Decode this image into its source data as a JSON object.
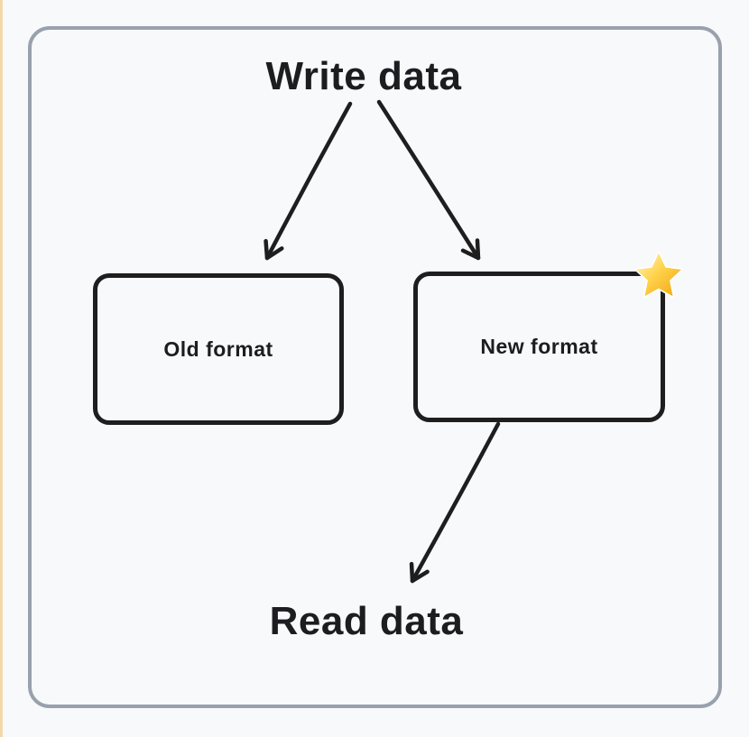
{
  "canvas": {
    "background_color": "#f8f9fb",
    "frame_border_color": "#99a1ad",
    "left_strip_color": "#f3d8ab",
    "stroke_color": "#1e1e1e",
    "text_color": "#1c1c21",
    "star_fill_top": "#fff3bd",
    "star_fill_bottom": "#f2a40e"
  },
  "diagram": {
    "title": "Write data",
    "bottom_label": "Read data",
    "nodes": [
      {
        "id": "old-format",
        "label": "Old format"
      },
      {
        "id": "new-format",
        "label": "New format",
        "badge_icon": "star-emoji",
        "badge_glyph": "⭐"
      }
    ],
    "connections": [
      {
        "from": "Write data",
        "to": "Old format"
      },
      {
        "from": "Write data",
        "to": "New format"
      },
      {
        "from": "New format",
        "to": "Read data"
      }
    ]
  }
}
